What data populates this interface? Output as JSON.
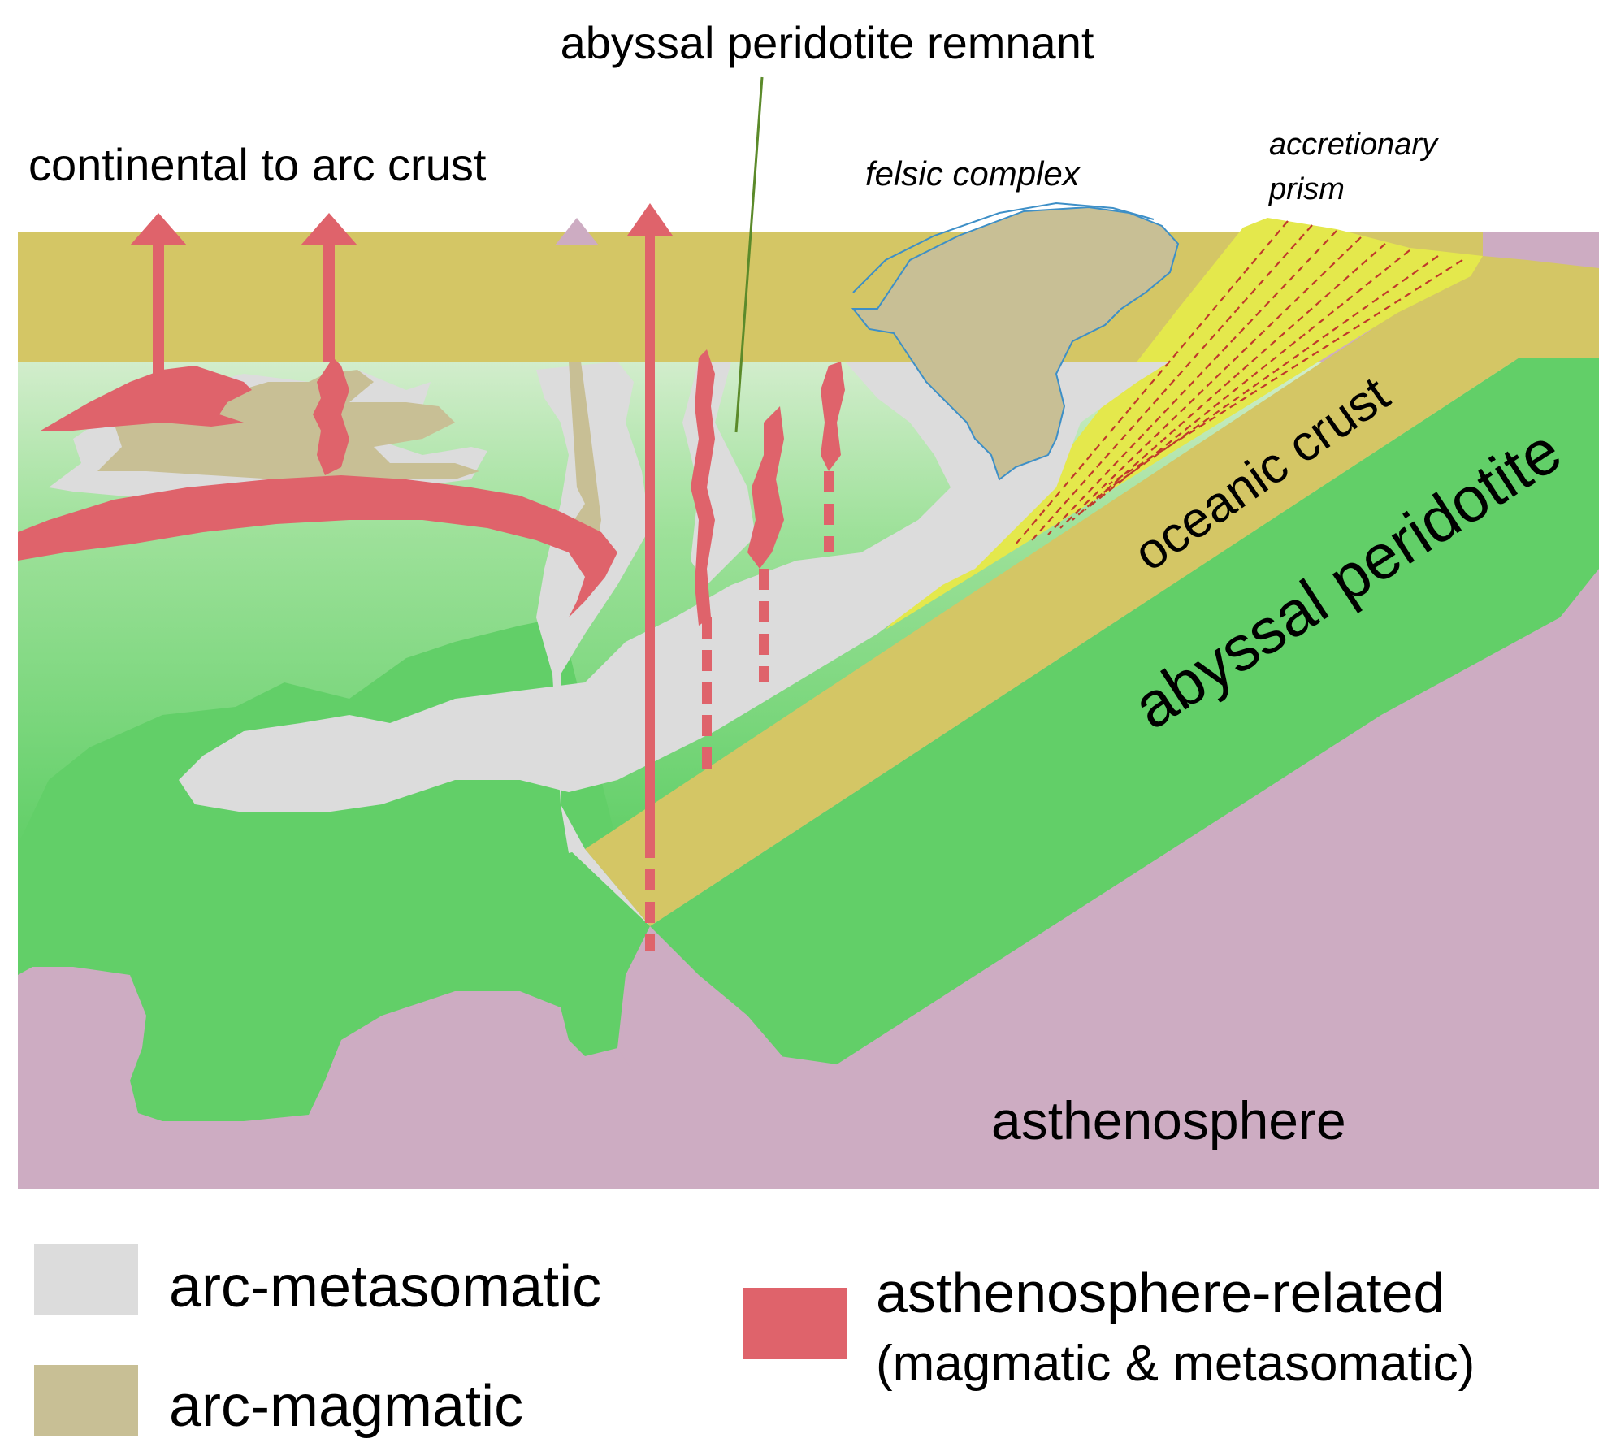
{
  "labels": {
    "remnant": "abyssal peridotite remnant",
    "continental": "continental to arc crust",
    "felsic": "felsic complex",
    "accretionary_line1": "accretionary",
    "accretionary_line2": "prism",
    "oceanic": "oceanic crust",
    "abyssal": "abyssal peridotite",
    "asthenosphere": "asthenosphere"
  },
  "legend": {
    "arc_metasomatic": "arc-metasomatic",
    "arc_magmatic": "arc-magmatic",
    "asthenosphere_related_line1": "asthenosphere-related",
    "asthenosphere_related_line2": "(magmatic & metasomatic)"
  },
  "colors": {
    "arc_metasomatic": "#dcdcdc",
    "arc_magmatic": "#c8bf95",
    "asthenosphere_related": "#df636b",
    "crust": "#d4c665",
    "abyssal_peridotite": "#62cf68",
    "asthenosphere": "#cdacc2",
    "accretionary_prism": "#e4e84c",
    "felsic_outline": "#3d8fc7",
    "remnant_leader": "#5b8a2a",
    "prism_faults": "#c0392b"
  }
}
